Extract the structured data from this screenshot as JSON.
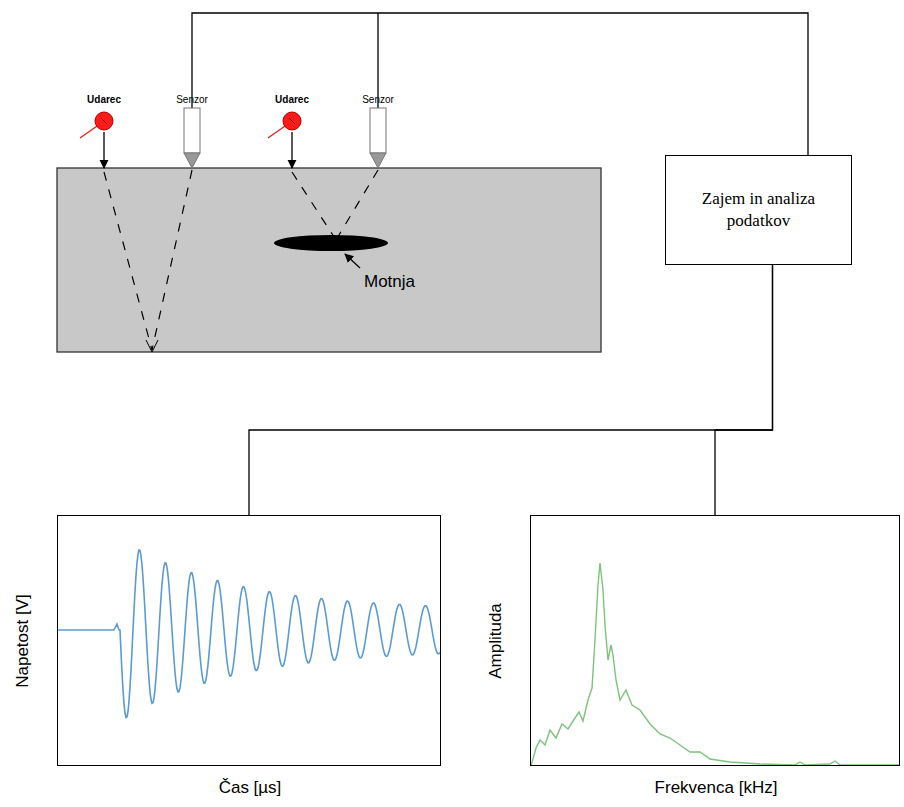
{
  "diagram": {
    "nodes": [
      {
        "text": [
          "Zajem in analiza podatkov"
        ]
      },
      {
        "text": [
          "Napetost [V]",
          "Čas [µs]"
        ]
      },
      {
        "text": [
          "Amplituda",
          "Frekvenca [kHz]"
        ]
      }
    ],
    "edges": [
      {
        "from": 0,
        "to": 1,
        "arrow": "none"
      },
      {
        "from": 0,
        "to": 2,
        "arrow": "none"
      }
    ],
    "labels": [
      "Udarec",
      "Senzor",
      "Udarec",
      "Senzor",
      "Motnja"
    ]
  }
}
